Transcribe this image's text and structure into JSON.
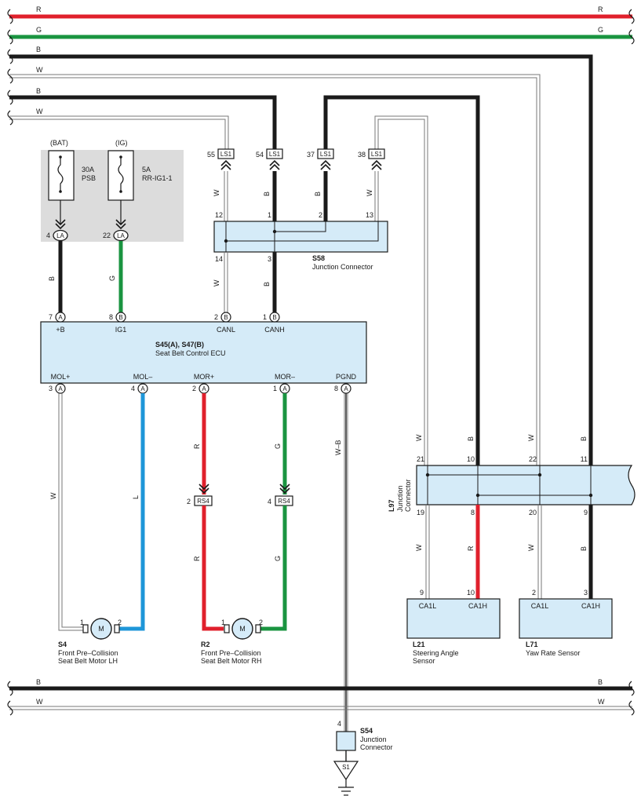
{
  "bus_wires": {
    "r_top": "R",
    "g_top": "G",
    "b_top": "B",
    "w_top": "W",
    "b_mid": "B",
    "w_mid": "W",
    "b_bot": "B",
    "w_bot": "W"
  },
  "fuses": {
    "bat": {
      "source": "(BAT)",
      "rating": "30A",
      "name": "PSB",
      "pin": "4",
      "conn": "LA"
    },
    "ig": {
      "source": "(IG)",
      "rating": "5A",
      "name": "RR-IG1-1",
      "pin": "22",
      "conn": "LA"
    }
  },
  "ls1": {
    "conn": "LS1",
    "p55": "55",
    "p54": "54",
    "p37": "37",
    "p38": "38"
  },
  "s58": {
    "id": "S58",
    "name": "Junction Connector",
    "p12": "12",
    "p1": "1",
    "p2": "2",
    "p13": "13",
    "p14": "14",
    "p3": "3"
  },
  "ecu": {
    "id": "S45(A), S47(B)",
    "name": "Seat Belt Control ECU",
    "top_pins": [
      {
        "num": "7",
        "conn": "A",
        "label": "+B"
      },
      {
        "num": "8",
        "conn": "B",
        "label": "IG1"
      },
      {
        "num": "2",
        "conn": "B",
        "label": "CANL"
      },
      {
        "num": "1",
        "conn": "B",
        "label": "CANH"
      }
    ],
    "bottom_pins": [
      {
        "num": "3",
        "conn": "A",
        "label": "MOL+"
      },
      {
        "num": "4",
        "conn": "A",
        "label": "MOL–"
      },
      {
        "num": "2",
        "conn": "A",
        "label": "MOR+"
      },
      {
        "num": "1",
        "conn": "A",
        "label": "MOR–"
      },
      {
        "num": "8",
        "conn": "A",
        "label": "PGND"
      }
    ]
  },
  "wire_colors": {
    "la4": "B",
    "la22": "G",
    "w55": "W",
    "b54": "B",
    "b37": "B",
    "w38": "W",
    "w14": "W",
    "b3": "B",
    "mol_p": "W",
    "mol_n": "L",
    "mor_p_up": "R",
    "mor_p_dn": "R",
    "mor_n_up": "G",
    "mor_n_dn": "G",
    "pgnd": "W–B",
    "l97_21": "W",
    "l97_10": "B",
    "l97_22": "W",
    "l97_11": "B",
    "l97_19": "W",
    "l97_8": "R",
    "l97_20": "W",
    "l97_9": "B"
  },
  "rs4": {
    "conn": "RS4",
    "p2": "2",
    "p4": "4"
  },
  "l97": {
    "id": "L97",
    "name_line1": "Junction",
    "name_line2": "Connector",
    "p21": "21",
    "p10": "10",
    "p22": "22",
    "p11": "11",
    "p19": "19",
    "p8": "8",
    "p20": "20",
    "p9": "9"
  },
  "l21": {
    "id": "L21",
    "name_line1": "Steering Angle",
    "name_line2": "Sensor",
    "p9": "9",
    "p10": "10",
    "t1": "CA1L",
    "t2": "CA1H"
  },
  "l71": {
    "id": "L71",
    "name": "Yaw Rate Sensor",
    "p2": "2",
    "p3": "3",
    "t1": "CA1L",
    "t2": "CA1H"
  },
  "s4": {
    "id": "S4",
    "name_line1": "Front Pre–Collision",
    "name_line2": "Seat Belt Motor LH",
    "p1": "1",
    "p2": "2",
    "motor": "M"
  },
  "r2": {
    "id": "R2",
    "name_line1": "Front Pre–Collision",
    "name_line2": "Seat Belt Motor RH",
    "p1": "1",
    "p2": "2",
    "motor": "M"
  },
  "s54": {
    "id": "S54",
    "name_line1": "Junction",
    "name_line2": "Connector",
    "pin": "4"
  },
  "ground": {
    "id": "S1"
  },
  "colors": {
    "red": "#e0202c",
    "green": "#1a9440",
    "black": "#1a1a1a",
    "blue": "#1e96d8",
    "box_fill": "#d5ebf8",
    "shade": "#dcdcdc"
  }
}
